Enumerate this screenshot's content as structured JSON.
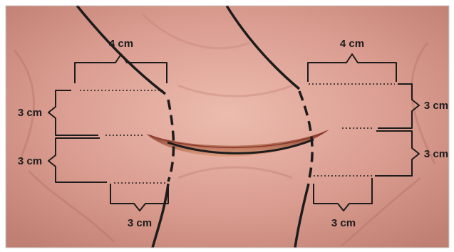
{
  "labels": {
    "top_left": "4 cm",
    "top_right": "4 cm",
    "left_upper": "3 cm",
    "left_lower": "3 cm",
    "right_upper": "3 cm",
    "right_lower": "3 cm",
    "bottom_left": "3 cm",
    "bottom_right": "3 cm"
  },
  "colors": {
    "skin": "#d99a8e",
    "skin_light": "#e9b7a9",
    "skin_dark": "#b8766a",
    "ink": "#1c1c1c",
    "incision": "#b5533a"
  }
}
